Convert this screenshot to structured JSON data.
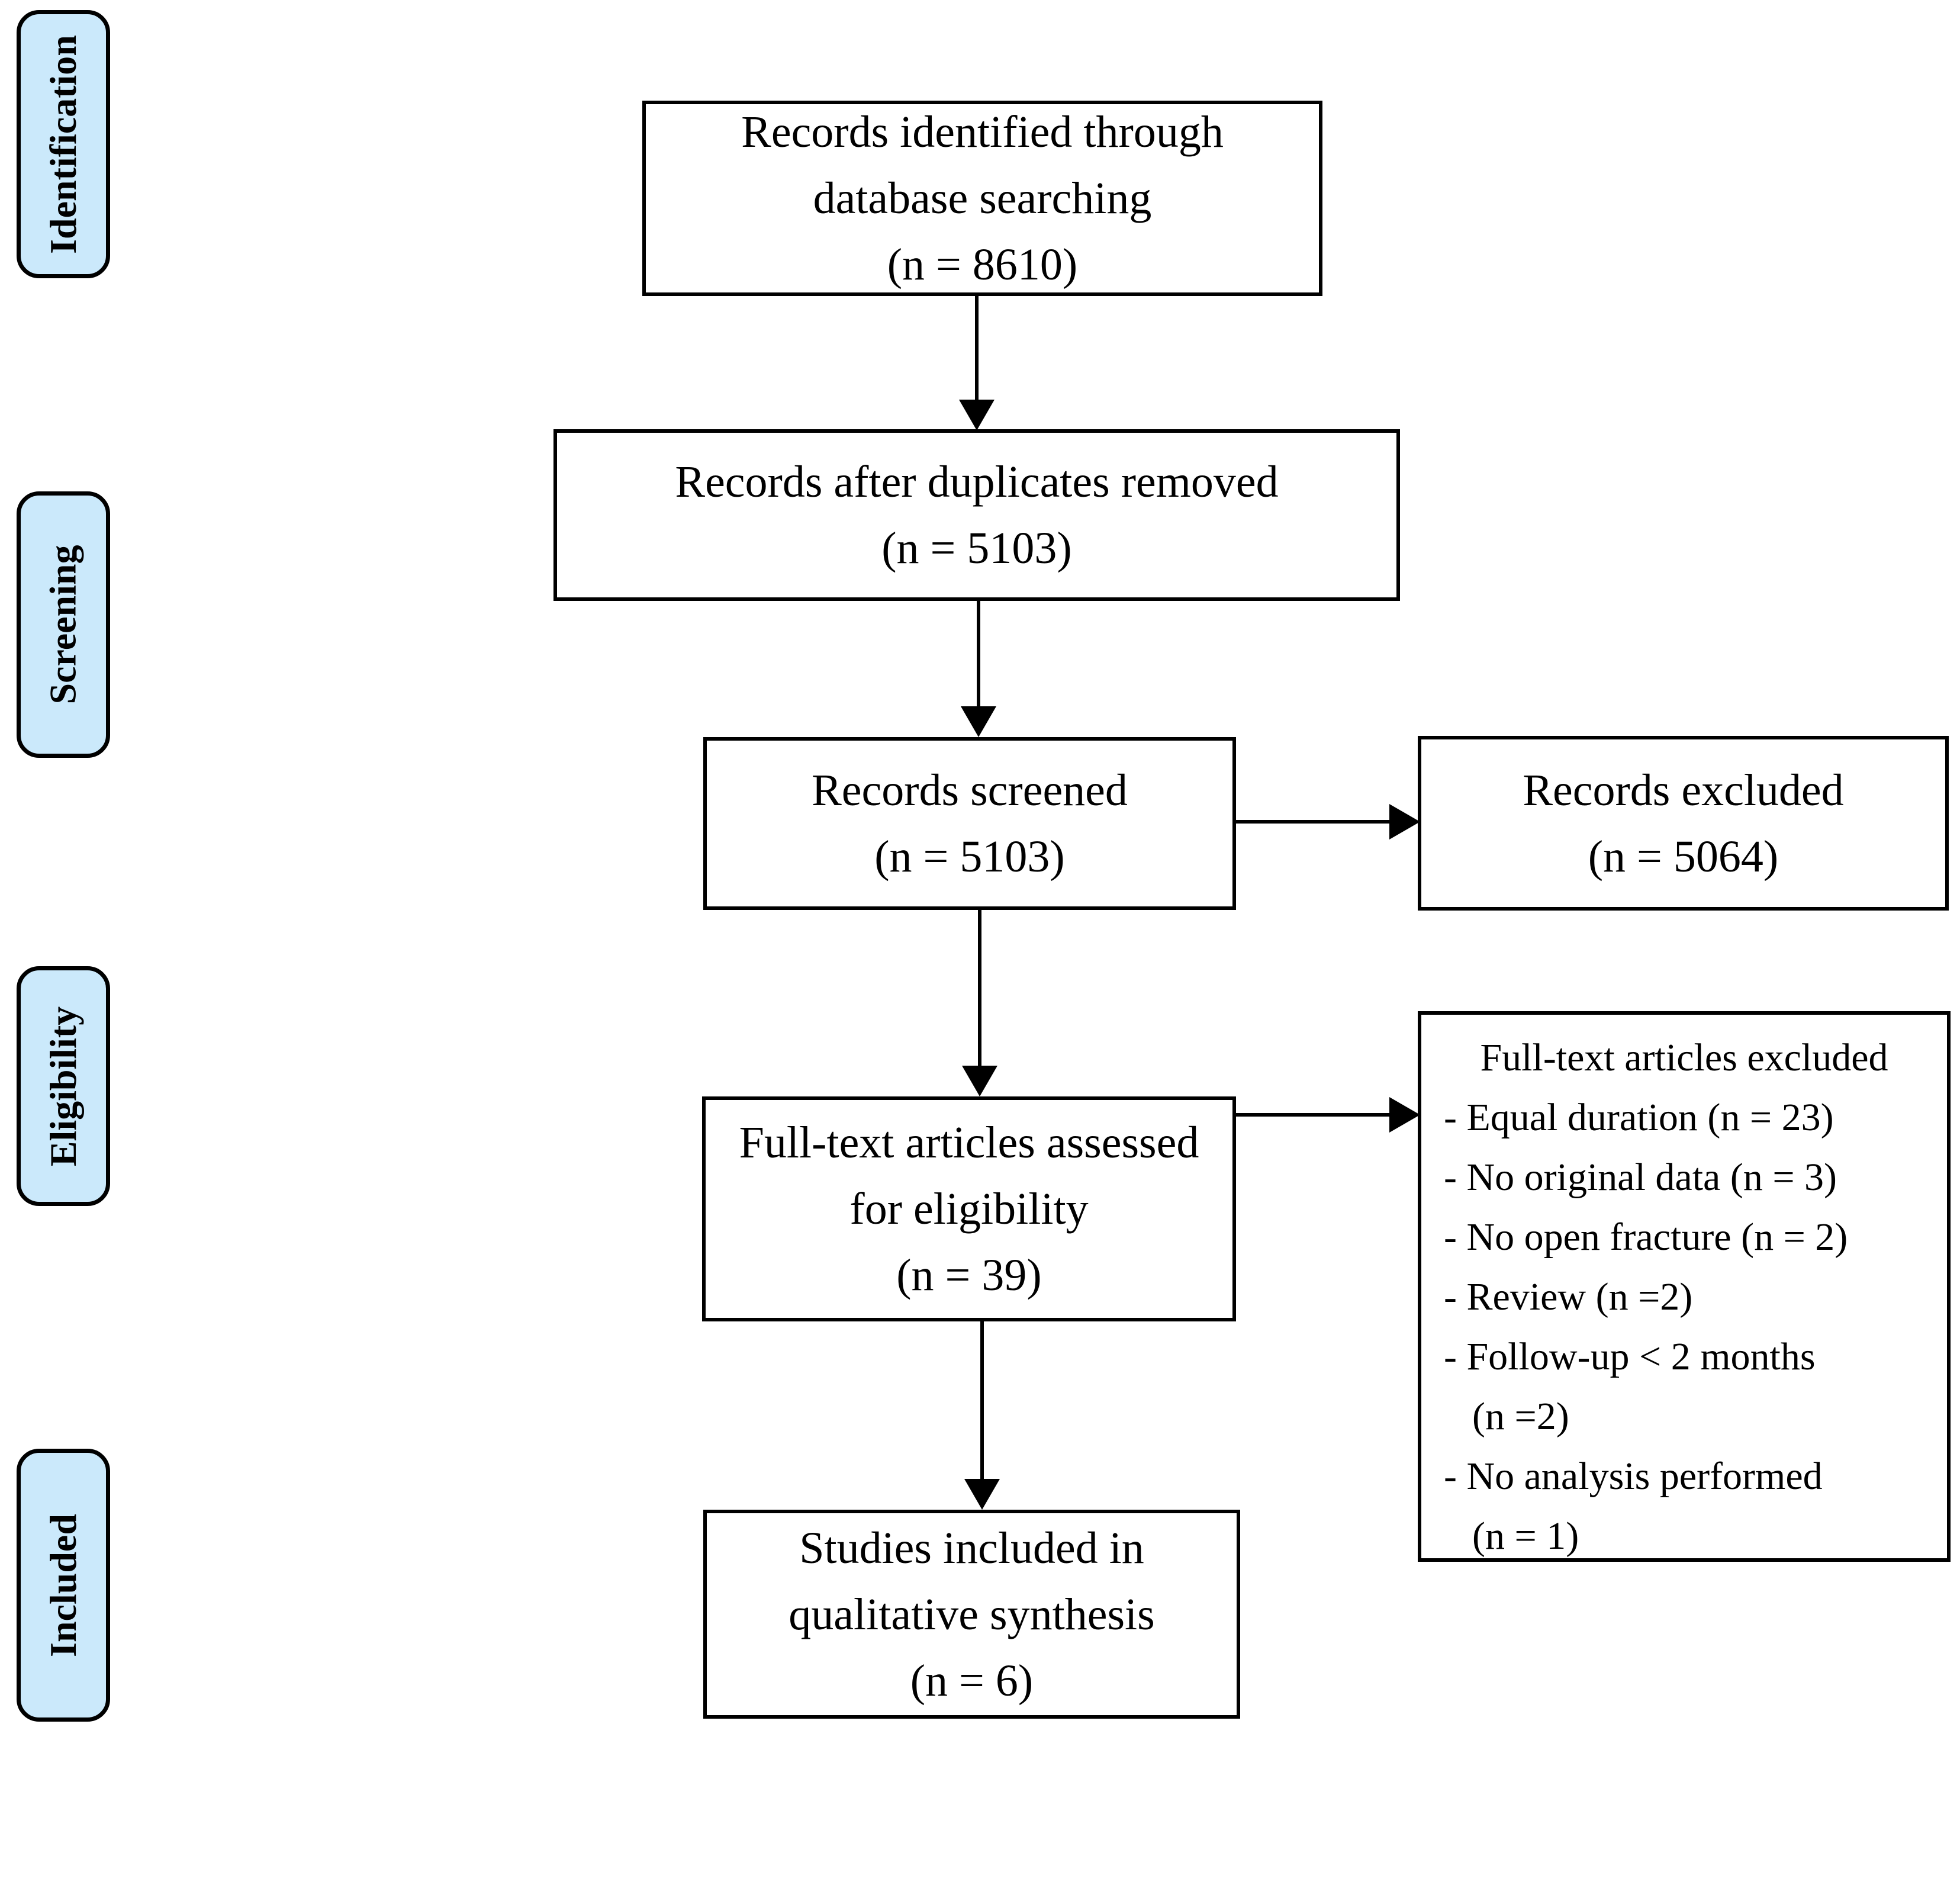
{
  "diagram": {
    "stages": [
      "Identification",
      "Screening",
      "Eligibility",
      "Included"
    ],
    "boxes": {
      "identified": {
        "lines": [
          "Records identified through",
          "database searching",
          "(n = 8610)"
        ]
      },
      "after_duplicates": {
        "lines": [
          "Records after duplicates removed",
          "(n = 5103)"
        ]
      },
      "screened": {
        "lines": [
          "Records screened",
          "(n = 5103)"
        ]
      },
      "records_excluded": {
        "lines": [
          "Records excluded",
          "(n = 5064)"
        ]
      },
      "fulltext_assessed": {
        "lines": [
          "Full-text articles assessed",
          "for eligibility",
          "(n = 39)"
        ]
      },
      "fulltext_excluded": {
        "title": "Full-text articles excluded",
        "lines": [
          "- Equal duration (n = 23)",
          "- No original data (n = 3)",
          "- No open fracture (n = 2)",
          "- Review (n =2)",
          "- Follow-up < 2 months",
          "(n =2)",
          "- No analysis performed",
          "(n = 1)"
        ]
      },
      "included_studies": {
        "lines": [
          "Studies included in",
          "qualitative synthesis",
          "(n = 6)"
        ]
      }
    },
    "colors": {
      "stage_fill": "#cbe9fb",
      "stage_border": "#000000",
      "box_fill": "#ffffff",
      "box_border": "#000000",
      "text": "#000000"
    }
  }
}
